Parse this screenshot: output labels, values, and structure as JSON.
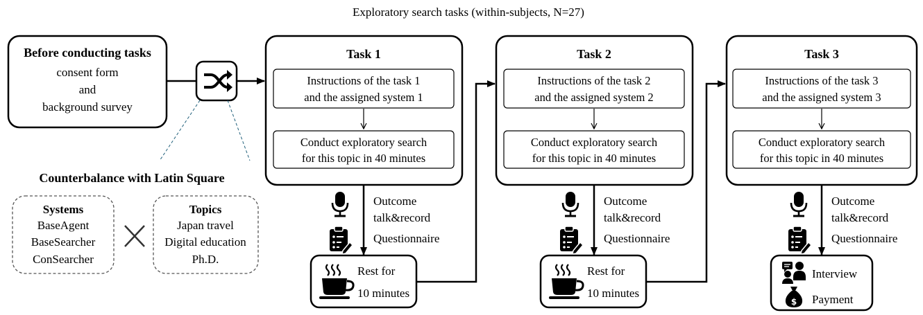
{
  "title": "Exploratory search tasks (within-subjects, N=27)",
  "before": {
    "heading": "Before conducting tasks",
    "lines": [
      "consent form",
      "and",
      "background survey"
    ]
  },
  "shuffle_icon": "shuffle-icon",
  "counterbalance": {
    "heading": "Counterbalance with Latin Square",
    "systems": {
      "heading": "Systems",
      "items": [
        "BaseAgent",
        "BaseSearcher",
        "ConSearcher"
      ]
    },
    "cross_icon": "cross-icon",
    "topics": {
      "heading": "Topics",
      "items": [
        "Japan travel",
        "Digital education",
        "Ph.D."
      ]
    }
  },
  "tasks": [
    {
      "title": "Task 1",
      "instructions": [
        "Instructions of the task 1",
        "and the assigned system 1"
      ],
      "conduct": [
        "Conduct exploratory search",
        "for this topic in 40 minutes"
      ]
    },
    {
      "title": "Task 2",
      "instructions": [
        "Instructions of the task 2",
        "and the assigned system 2"
      ],
      "conduct": [
        "Conduct exploratory search",
        "for this topic in 40 minutes"
      ]
    },
    {
      "title": "Task 3",
      "instructions": [
        "Instructions of the task 3",
        "and the assigned system 3"
      ],
      "conduct": [
        "Conduct exploratory search",
        "for this topic in 40 minutes"
      ]
    }
  ],
  "after_task": {
    "lines": [
      "Outcome",
      "talk&record",
      "Questionnaire"
    ],
    "icons": [
      "microphone-icon",
      "clipboard-icon"
    ]
  },
  "rest": {
    "lines": [
      "Rest for",
      "10 minutes"
    ],
    "icon": "hot-coffee-icon"
  },
  "final": {
    "interview": "Interview",
    "payment": "Payment",
    "icons": [
      "interview-icon",
      "money-bag-icon"
    ]
  }
}
